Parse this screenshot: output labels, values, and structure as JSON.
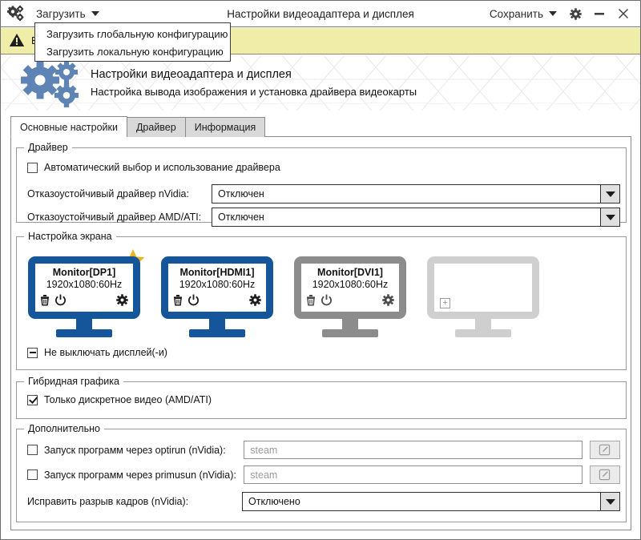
{
  "titlebar": {
    "app_icon": "gears-icon",
    "load_menu_label": "Загрузить",
    "window_title": "Настройки видеоадаптера и дисплея",
    "save_menu_label": "Сохранить",
    "settings_icon": "gear-icon",
    "minimize_icon": "minimize-icon",
    "close_icon": "close-icon"
  },
  "dropdown": {
    "items": [
      {
        "label": "Загрузить глобальную конфигурацию"
      },
      {
        "label": "Загрузить локальную конфигурацию"
      }
    ]
  },
  "warning": {
    "icon": "warning-triangle-icon",
    "text": "В"
  },
  "banner": {
    "icon": "gears-icon",
    "title": "Настройки видеоадаптера и дисплея",
    "subtitle": "Настройка вывода изображения и установка драйвера видеокарты"
  },
  "tabs": [
    {
      "label": "Основные настройки",
      "active": true
    },
    {
      "label": "Драйвер",
      "active": false
    },
    {
      "label": "Информация",
      "active": false
    }
  ],
  "driver_group": {
    "legend": "Драйвер",
    "auto_checkbox": {
      "label": "Автоматический выбор и использование драйвера",
      "state": "unchecked"
    },
    "nvidia": {
      "label": "Отказоустойчивый драйвер nVidia:",
      "value": "Отключен"
    },
    "amd": {
      "label": "Отказоустойчивый драйвер AMD/ATI:",
      "value": "Отключен"
    }
  },
  "screen_group": {
    "legend": "Настройка экрана",
    "monitors": [
      {
        "name": "Monitor[DP1]",
        "resolution": "1920x1080:60Hz",
        "state": "active",
        "primary": true,
        "icons": [
          "trash-icon",
          "power-icon",
          "gear-icon"
        ]
      },
      {
        "name": "Monitor[HDMI1]",
        "resolution": "1920x1080:60Hz",
        "state": "active",
        "primary": false,
        "icons": [
          "trash-icon",
          "power-icon",
          "gear-icon"
        ]
      },
      {
        "name": "Monitor[DVI1]",
        "resolution": "1920x1080:60Hz",
        "state": "disabled",
        "primary": false,
        "icons": [
          "trash-icon",
          "power-icon",
          "gear-icon"
        ]
      },
      {
        "name": "",
        "resolution": "",
        "state": "empty",
        "primary": false,
        "icons": [
          "plus-icon"
        ]
      }
    ],
    "dont_turn_off": {
      "label": "Не выключать дисплей(-и)",
      "state": "indeterminate"
    }
  },
  "hybrid_group": {
    "legend": "Гибридная графика",
    "discrete_only": {
      "label": "Только дискретное видео (AMD/ATI)",
      "state": "checked"
    }
  },
  "extra_group": {
    "legend": "Дополнительно",
    "optirun": {
      "label": "Запуск программ через optirun (nVidia):",
      "state": "unchecked",
      "placeholder": "steam",
      "value": "",
      "edit_icon": "edit-pencil-icon"
    },
    "primusrun": {
      "label": "Запуск программ через primusun (nVidia):",
      "state": "unchecked",
      "placeholder": "steam",
      "value": "",
      "edit_icon": "edit-pencil-icon"
    },
    "tearfix": {
      "label": "Исправить разрыв кадров (nVidia):",
      "value": "Отключено"
    }
  },
  "colors": {
    "monitor_active": "#15559A",
    "monitor_disabled": "#8C8C8C",
    "monitor_empty": "#CFCFCF",
    "star": "#E8B421",
    "warning_bg": "#F0EDA8",
    "banner_gear": "#5D84B4"
  }
}
